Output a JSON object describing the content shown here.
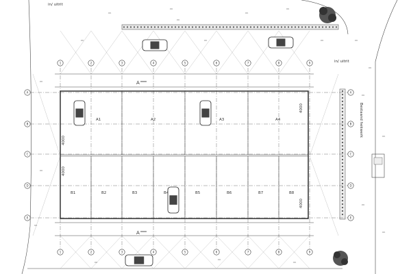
{
  "street_labels": {
    "top": "in/ uitrit",
    "right": "in/ uitrit"
  },
  "grid_letters": [
    "A",
    "B",
    "C",
    "D",
    "E"
  ],
  "grid_numbers": [
    "1",
    "2",
    "3",
    "4",
    "5",
    "6",
    "7",
    "8",
    "9"
  ],
  "bay_labels_top": [
    "A1",
    "A2",
    "A3",
    "A4"
  ],
  "bay_labels_bottom": [
    "B1",
    "B2",
    "B3",
    "B4",
    "B5",
    "B6",
    "B7",
    "B8"
  ],
  "dimensions": {
    "d1": "4000",
    "d2": "4000",
    "d3": "4000",
    "d4": "4000"
  },
  "axis_markers": [
    "A",
    "A"
  ],
  "side_note": "Bestaand hekwerk"
}
